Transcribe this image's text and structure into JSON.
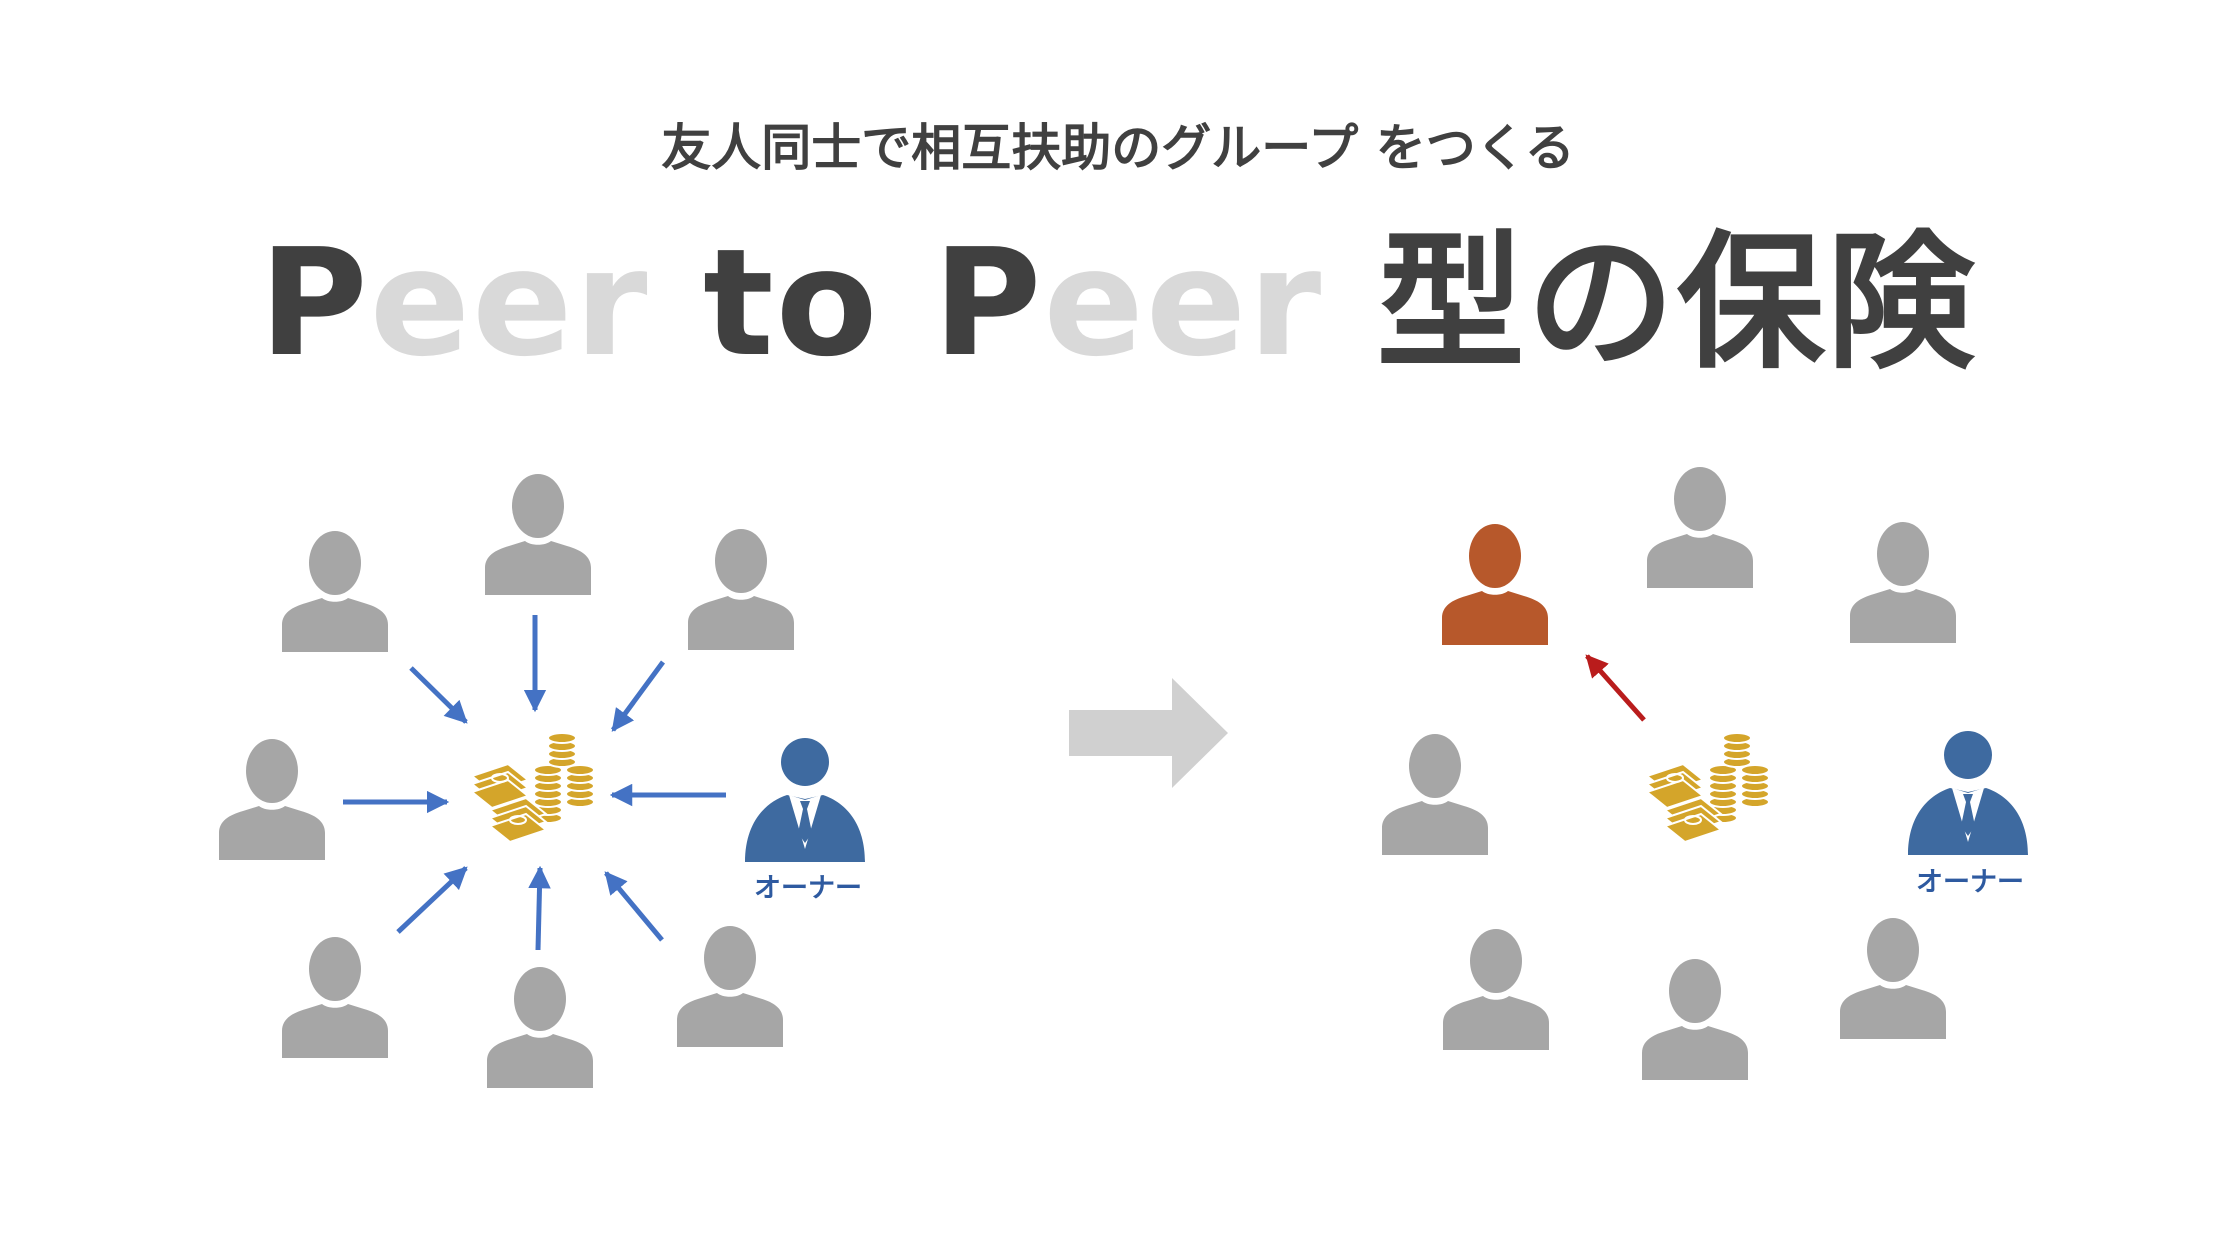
{
  "subtitle": "友人同士で相互扶助のグループ をつくる",
  "title": {
    "p1": "P",
    "e1": "eer",
    "mid": " to ",
    "p2": "P",
    "e2": "eer",
    "jp": " 型の保険"
  },
  "owner_label_left": "オーナー",
  "owner_label_right": "オーナー",
  "colors": {
    "person_gray": "#a6a6a6",
    "person_highlight": "#b7582b",
    "owner_blue": "#3e6aa0",
    "arrow_blue": "#4472c4",
    "arrow_red": "#b91c1c",
    "money_gold": "#d4a52a",
    "big_arrow": "#d0d0d0",
    "faded_text": "#d9d9d9",
    "dark_text": "#404040"
  },
  "icons": [
    "person-icon",
    "owner-icon",
    "money-icon",
    "arrow-right-icon"
  ]
}
